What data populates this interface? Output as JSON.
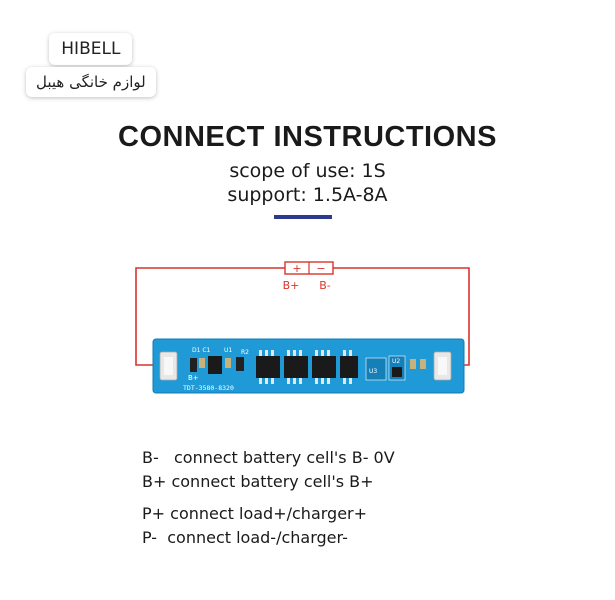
{
  "watermark": {
    "brand": "HIBELL",
    "brand_fa": "لوازم خانگی هیبل"
  },
  "header": {
    "title": "CONNECT INSTRUCTIONS",
    "scope": "scope of use: 1S",
    "support": "support: 1.5A-8A"
  },
  "colors": {
    "accent": "#2b3a8f",
    "wire": "#d9342b",
    "board": "#1f9ad6"
  },
  "diagram": {
    "battery_plus": "+",
    "battery_minus": "−",
    "label_bplus": "B+",
    "label_bminus": "B-",
    "board_silk_left_top": "D1 C1",
    "board_silk_u1": "U1",
    "board_silk_r2": "R2",
    "board_silk_bplus": "B+",
    "board_silk_code": "TDT-3580-8320",
    "board_silk_u2": "U2",
    "board_silk_u3": "U3"
  },
  "instructions": {
    "line1": "B-   connect battery cell's B- 0V",
    "line2": "B+ connect battery cell's B+",
    "line3": "P+ connect load+/charger+",
    "line4": "P-  connect load-/charger-"
  }
}
